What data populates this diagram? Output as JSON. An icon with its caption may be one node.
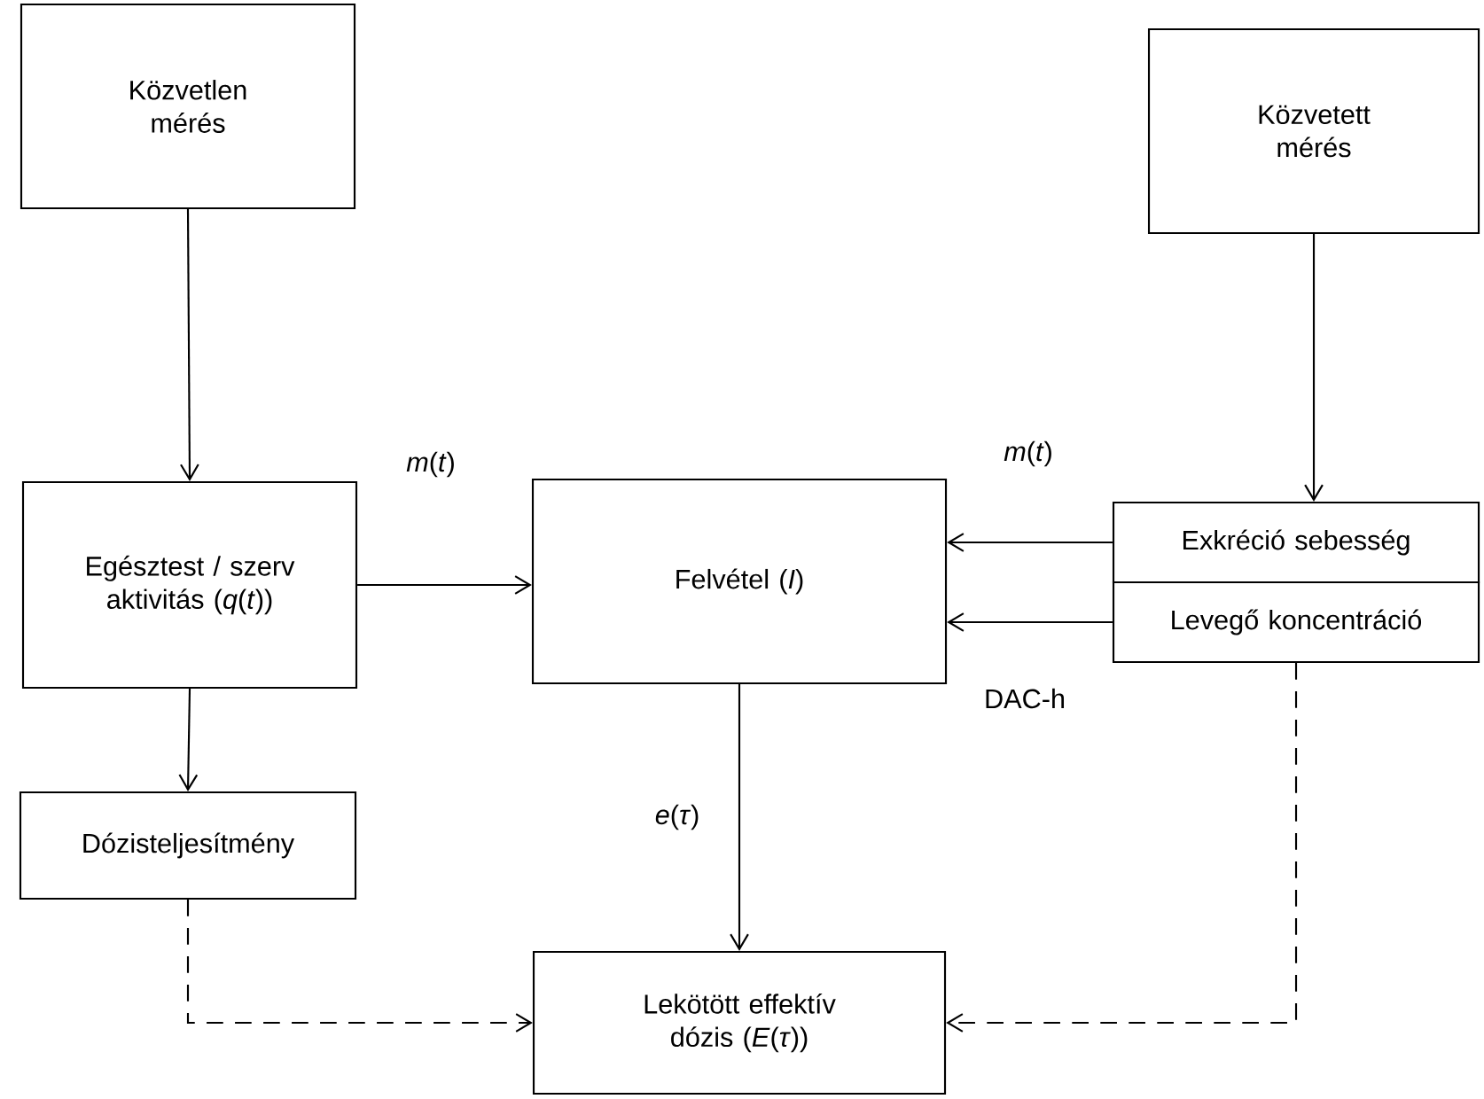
{
  "diagram": {
    "nodes": [
      {
        "text": [
          "Közvetlen mérés"
        ]
      },
      {
        "text": [
          "Közvetett mérés"
        ]
      },
      {
        "text": [
          "Egésztest / szerv aktivitás (*q*(*t*))"
        ]
      },
      {
        "text": [
          "Felvétel (*I*)"
        ]
      },
      {
        "text": [
          "Exkréció sebesség"
        ]
      },
      {
        "text": [
          "Levegő koncentráció"
        ]
      },
      {
        "text": [
          "Dózisteljesítmény"
        ]
      },
      {
        "text": [
          "Lekötött effektív dózis (*E*(*τ*))"
        ]
      }
    ],
    "edges": [
      {
        "from": 0,
        "to": 2,
        "arrow": "to"
      },
      {
        "from": 1,
        "to": 4,
        "arrow": "to"
      },
      {
        "from": 2,
        "to": 3,
        "arrow": "to",
        "label": "*m*(*t*)"
      },
      {
        "from": 4,
        "to": 3,
        "arrow": "to",
        "label": "*m*(*t*)"
      },
      {
        "from": 5,
        "to": 3,
        "arrow": "to",
        "label": "DAC-h"
      },
      {
        "from": 2,
        "to": 6,
        "arrow": "to"
      },
      {
        "from": 3,
        "to": 7,
        "arrow": "to",
        "label": "*e*(*τ*)"
      },
      {
        "from": 6,
        "to": 7,
        "arrow": "to",
        "style": "dashed"
      },
      {
        "from": 5,
        "to": 7,
        "arrow": "to",
        "style": "dashed"
      }
    ]
  }
}
